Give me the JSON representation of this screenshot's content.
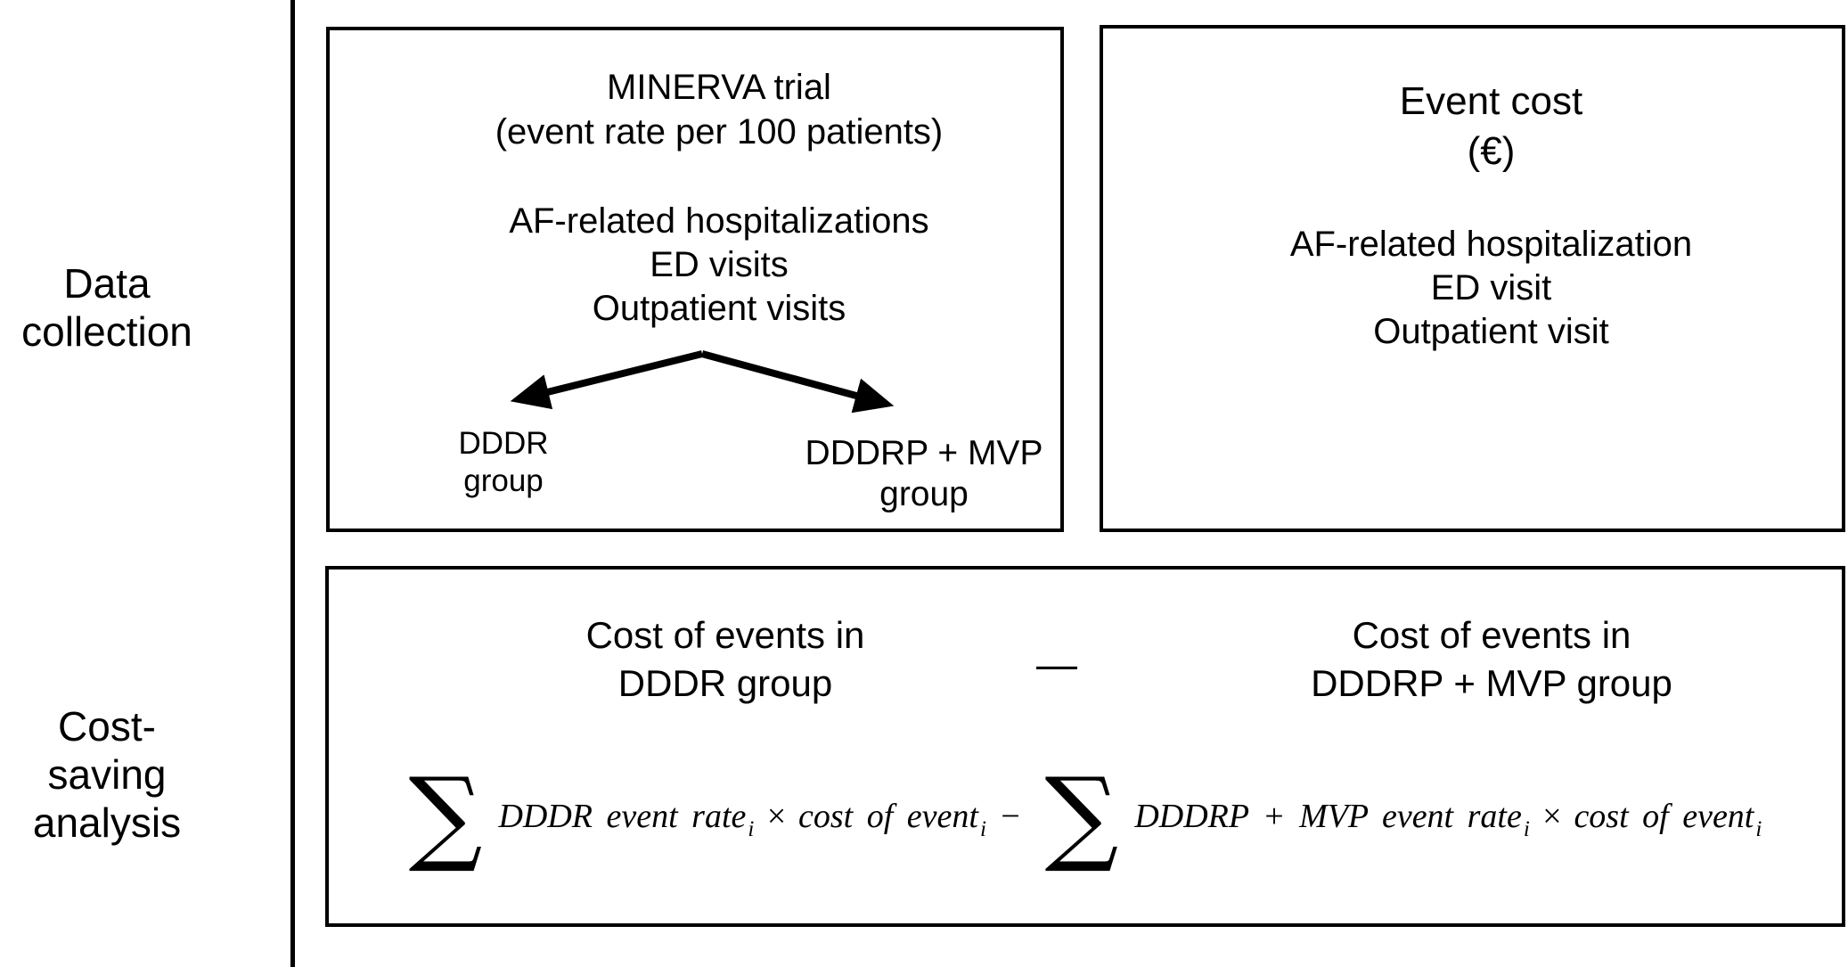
{
  "figure": {
    "row_labels": {
      "data_collection": [
        "Data",
        "collection"
      ],
      "cost_saving": [
        "Cost-saving",
        "analysis"
      ]
    },
    "minerva_box": {
      "title": "MINERVA trial",
      "subtitle": "(event rate per 100 patients)",
      "events": [
        "AF-related hospitalizations",
        "ED visits",
        "Outpatient visits"
      ],
      "left_group": [
        "DDDR",
        "group"
      ],
      "right_group": [
        "DDDRP + MVP",
        "group"
      ]
    },
    "event_cost_box": {
      "title": "Event cost",
      "subtitle": "(€)",
      "events": [
        "AF-related hospitalization",
        "ED visit",
        "Outpatient visit"
      ]
    },
    "cost_saving_box": {
      "left_term": [
        "Cost of events in",
        "DDDR group"
      ],
      "operator": "—",
      "right_term": [
        "Cost of events in",
        "DDDRP + MVP group"
      ],
      "formula": {
        "sigma": "∑",
        "term1": "DDDR event rate",
        "sub": "i",
        "times": "×",
        "term2": "cost of event",
        "minus": "−",
        "term3": "DDDRP + MVP event rate"
      }
    }
  },
  "colors": {
    "ink": "#000000",
    "paper": "#ffffff"
  }
}
